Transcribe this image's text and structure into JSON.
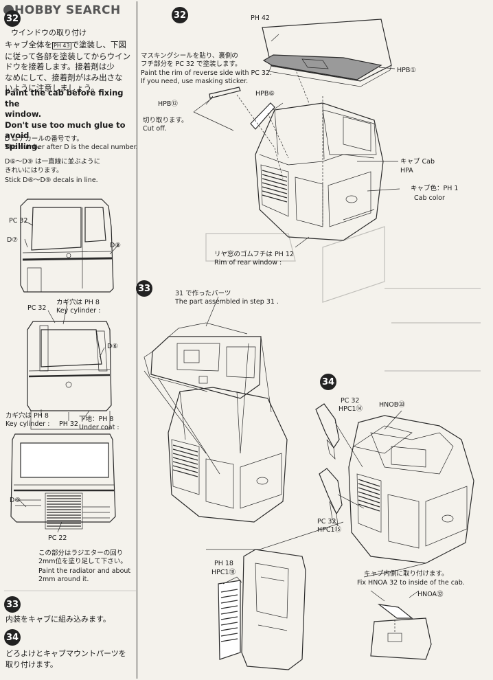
{
  "watermark": "HOBBY SEARCH",
  "colors": {
    "ink": "#1a1a1a",
    "paper": "#f4f2ec",
    "glass": "#9a9a9a"
  },
  "left": {
    "step32_num": "32",
    "step32_title": "ウインドウの取り付け",
    "step32_jp_1": "キャブ全体を",
    "step32_jp_code": "PH 43",
    "step32_jp_2": "で塗装し、下図",
    "step32_jp_3": "に従って各部を塗装してからウイン",
    "step32_jp_4": "ドウを接着します。接着剤は少",
    "step32_jp_5": "なめにして、接着剤がはみ出さな",
    "step32_jp_6": "いように注意しましょう。",
    "step32_en_1": "Paint the cab before fixing the",
    "step32_en_2": "window.",
    "step32_en_3": "Don't use too much glue to avoid",
    "step32_en_4": "spilling.",
    "decal_jp": "D はデカールの番号です。",
    "decal_en": "The number after D is the decal number.",
    "decal_line_jp_1": "D⑥～D⑨ は一直線に並ぶように",
    "decal_line_jp_2": "きれいにはります。",
    "decal_line_en": "Stick D⑥～D⑨ decals in line.",
    "lbl_pc32_a": "PC 32",
    "lbl_d7": "D⑦",
    "lbl_d8": "D⑧",
    "lbl_pc32_b": "PC 32",
    "lbl_key1_jp": "カギ穴は PH 8",
    "lbl_key1_en": "Key cylinder :",
    "lbl_d6": "D⑥",
    "lbl_key2_jp": "カギ穴は PH 8",
    "lbl_key2_en": "Key cylinder :",
    "lbl_ph32": "PH 32",
    "lbl_undercoat_jp": "下地：PH 8",
    "lbl_undercoat_en": "Under coat :",
    "lbl_d9": "D⑨",
    "lbl_pc22": "PC 22",
    "radiator_jp_1": "この部分はラジエターの回り",
    "radiator_jp_2": "2mm位を塗り足して下さい。",
    "radiator_en_1": "Paint the radiator and about",
    "radiator_en_2": "2mm around it.",
    "step33_num": "33",
    "step33_text": "内装をキャブに組み込みます。",
    "step34_num": "34",
    "step34_text_1": "どろよけとキャブマウントパーツを",
    "step34_text_2": "取り付けます。"
  },
  "right": {
    "step32_num": "32",
    "lbl_ph42": "PH 42",
    "masking_jp_1": "マスキングシールを貼り、裏側の",
    "masking_jp_2": "フチ部分を PC 32 で塗装します。",
    "masking_en_1": "Paint the rim of reverse side with PC 32.",
    "masking_en_2": "If you need, use masking sticker.",
    "lbl_hpb1": "HPB①",
    "lbl_hpb6": "HPB⑥",
    "lbl_hpb12": "HPB⑫",
    "cutoff_jp": "切り取ります。",
    "cutoff_en": "Cut off.",
    "cab_jp": "キャブ Cab",
    "cab_code": "HPA",
    "cabcolor_jp": "キャブ色：PH 1",
    "cabcolor_en": "Cab color",
    "rear_jp": "リヤ窓のゴムフチは PH 12",
    "rear_en": "Rim of rear window :",
    "step33_num": "33",
    "step33_part_jp": "31 で作ったパーツ",
    "step33_part_en": "The part assembled in step 31 .",
    "step34_num": "34",
    "lbl_pc32_hpc1_14_a": "PC 32",
    "lbl_hpc1_14": "HPC1⑭",
    "lbl_hnob33": "HNOB㉝",
    "lbl_pc32_hpc1_15_a": "PC 32",
    "lbl_hpc1_15": "HPC1⑮",
    "lbl_ph18": "PH 18",
    "lbl_hpc1_18": "HPC1⑱",
    "inside_jp": "キャブ内側に取り付けます。",
    "inside_en": "Fix HNOA 32 to inside of the cab.",
    "lbl_hnoa32": "HNOA㉜"
  }
}
